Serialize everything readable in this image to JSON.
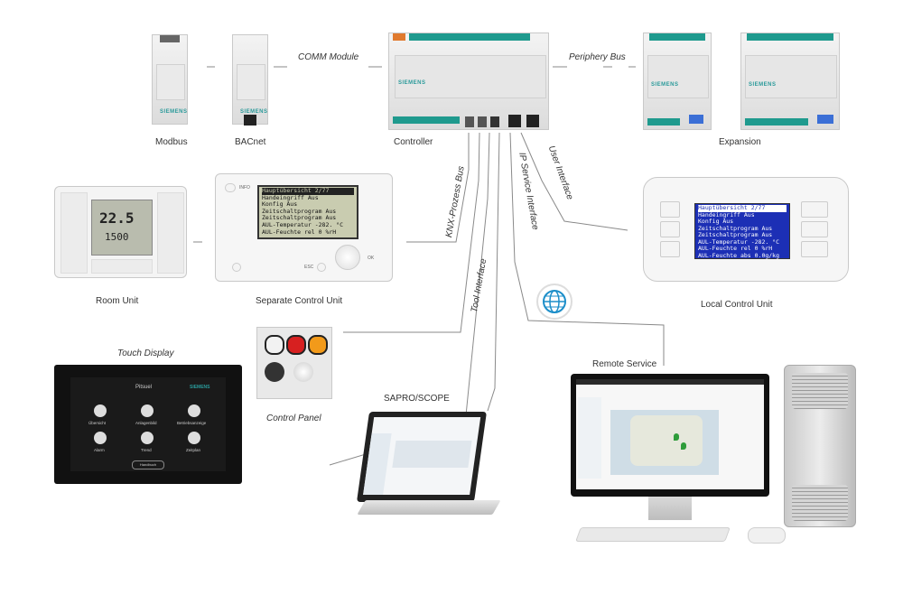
{
  "labels": {
    "modbus": "Modbus",
    "bacnet": "BACnet",
    "controller": "Controller",
    "expansion": "Expansion",
    "room_unit": "Room Unit",
    "separate_control_unit": "Separate Control Unit",
    "local_control_unit": "Local Control Unit",
    "touch_display": "Touch Display",
    "control_panel": "Control Panel",
    "sapro_scope": "SAPRO/SCOPE",
    "remote_service": "Remote Service"
  },
  "connections": {
    "comm_module": "COMM Module",
    "periphery_bus": "Periphery Bus",
    "knx_bus": "KNX-Prozess Bus",
    "tool_interface": "Tool Interface",
    "ip_service_interface": "IP Service Interface",
    "user_interface": "User Interface"
  },
  "brand": "SIEMENS",
  "room_unit": {
    "big": "22.5",
    "small": "1500"
  },
  "separate_unit": {
    "info": "INFO",
    "esc": "ESC",
    "ok": "OK",
    "lines": [
      "Hauptübersicht    2/77",
      "Handeingriff       Aus",
      " Konfig            Aus",
      "Zeitschaltprogram Aus",
      "Zeitschaltprogram Aus",
      "AUL-Temperatur -282. °C",
      "AUL-Feuchte rel  0 %rH"
    ]
  },
  "local_unit": {
    "lines": [
      "Hauptübersicht   2/77",
      "Handeingriff       Aus",
      " Konfig            Aus",
      "Zeitschaltprogram Aus",
      "Zeitschaltprogram Aus",
      "AUL-Temperatur -282. °C",
      "AUL-Feuchte rel  0 %rH",
      "AUL-Feuchte abs 0.0g/kg"
    ]
  },
  "touch_display": {
    "header": "Pitsuel",
    "brand": "SIEMENS",
    "tiles": [
      "Übersicht",
      "Anlagenbild",
      "Betriebsanzeige",
      "Alarm",
      "Trend",
      "Zeitplan"
    ],
    "footer_button": "Handbuch"
  },
  "colors": {
    "line": "#8a8a8a",
    "terminal": "#1f9a8e",
    "blue_lcd": "#1c2fb5",
    "globe": "#1c8ec9"
  }
}
